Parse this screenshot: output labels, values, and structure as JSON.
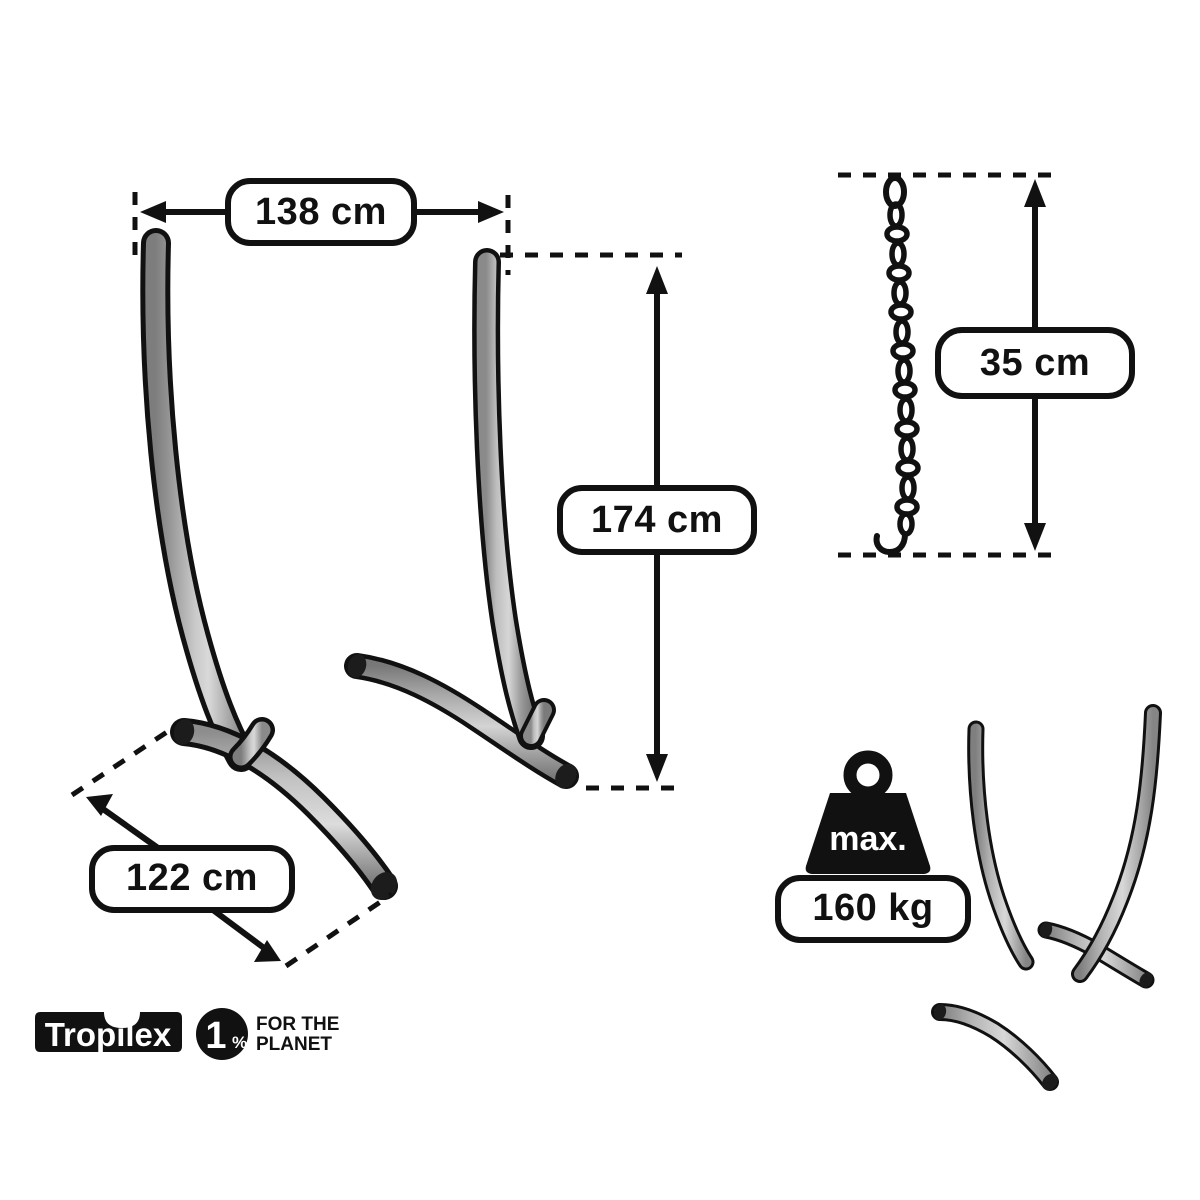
{
  "page": {
    "title": "Hammock stand dimensions diagram",
    "background_color": "#ffffff"
  },
  "colors": {
    "outline": "#111111",
    "tube_gray": "#8f8f8f",
    "tube_highlight": "#d8d8d8",
    "tube_shadow": "#6d6d6d",
    "label_fill": "#ffffff",
    "label_border": "#111111"
  },
  "dimensions": {
    "width": {
      "label": "138 cm",
      "name": "stand-width",
      "orientation": "horizontal"
    },
    "height": {
      "label": "174 cm",
      "name": "stand-height",
      "orientation": "vertical"
    },
    "depth": {
      "label": "122 cm",
      "name": "stand-depth",
      "orientation": "diagonal"
    },
    "chain": {
      "label": "35 cm",
      "name": "chain-length",
      "orientation": "vertical"
    }
  },
  "capacity": {
    "icon_label": "max.",
    "value_label": "160 kg",
    "name": "max-weight-capacity"
  },
  "branding": {
    "logo": {
      "text": "Tropilex",
      "name": "tropilex-logo"
    },
    "planet": {
      "percent": "1",
      "percent_symbol": "%",
      "line1": "FOR THE",
      "line2": "PLANET",
      "name": "one-percent-for-the-planet-logo"
    }
  },
  "parts": [
    {
      "name": "hammock-stand-main",
      "label": "Hammock stand (main view)"
    },
    {
      "name": "hanging-chain",
      "label": "Hanging chain"
    },
    {
      "name": "hammock-stand-small",
      "label": "Hammock stand (capacity view)"
    }
  ]
}
